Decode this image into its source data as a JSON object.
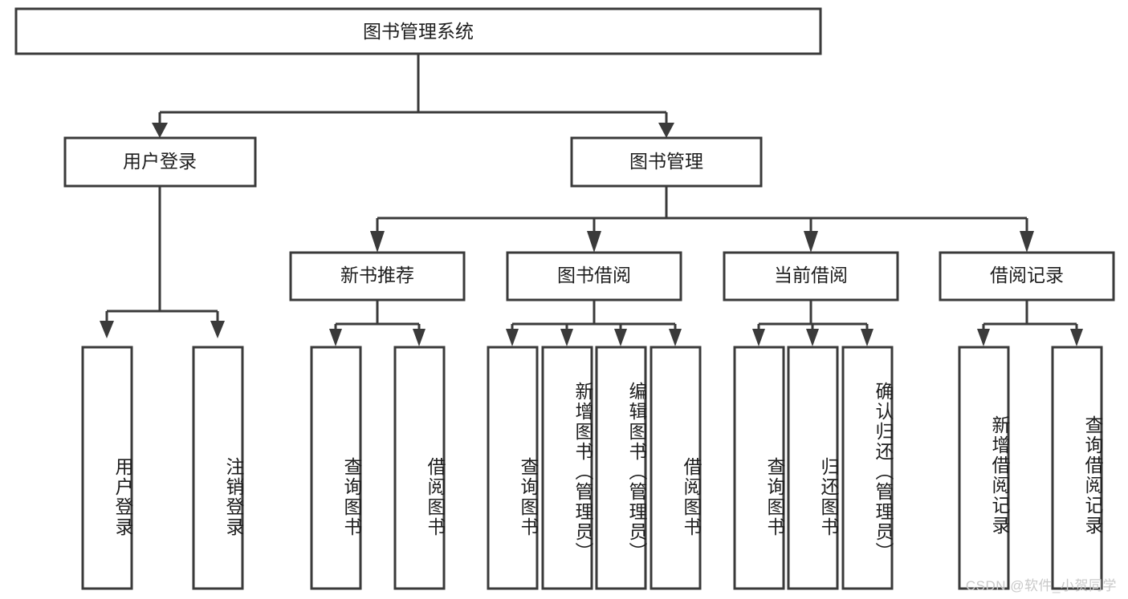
{
  "diagram": {
    "type": "tree-hierarchy",
    "title": "图书管理系统",
    "orientation": "top-down",
    "colors": {
      "box_stroke": "#3a3a3a",
      "box_fill": "#ffffff",
      "connector": "#3a3a3a",
      "text": "#1d1d1d",
      "background": "#ffffff",
      "watermark": "#c9c9c9"
    },
    "levels": {
      "root": {
        "label": "图书管理系统"
      },
      "level2": [
        {
          "label": "用户登录"
        },
        {
          "label": "图书管理"
        }
      ],
      "level3": [
        {
          "label": "新书推荐"
        },
        {
          "label": "图书借阅"
        },
        {
          "label": "当前借阅"
        },
        {
          "label": "借阅记录"
        }
      ],
      "leaves": {
        "user_login": [
          {
            "label": "用户登录"
          },
          {
            "label": "注销登录"
          }
        ],
        "new_book_recommend": [
          {
            "label": "查询图书"
          },
          {
            "label": "借阅图书"
          }
        ],
        "book_borrow": [
          {
            "label": "查询图书"
          },
          {
            "label": "新增图书（管理员）"
          },
          {
            "label": "编辑图书（管理员）"
          },
          {
            "label": "借阅图书"
          }
        ],
        "current_borrow": [
          {
            "label": "查询图书"
          },
          {
            "label": "归还图书"
          },
          {
            "label": "确认归还（管理员）"
          }
        ],
        "borrow_records": [
          {
            "label": "新增借阅记录"
          },
          {
            "label": "查询借阅记录"
          }
        ]
      }
    }
  },
  "watermark": {
    "text": "CSDN @软件_小贺同学"
  }
}
